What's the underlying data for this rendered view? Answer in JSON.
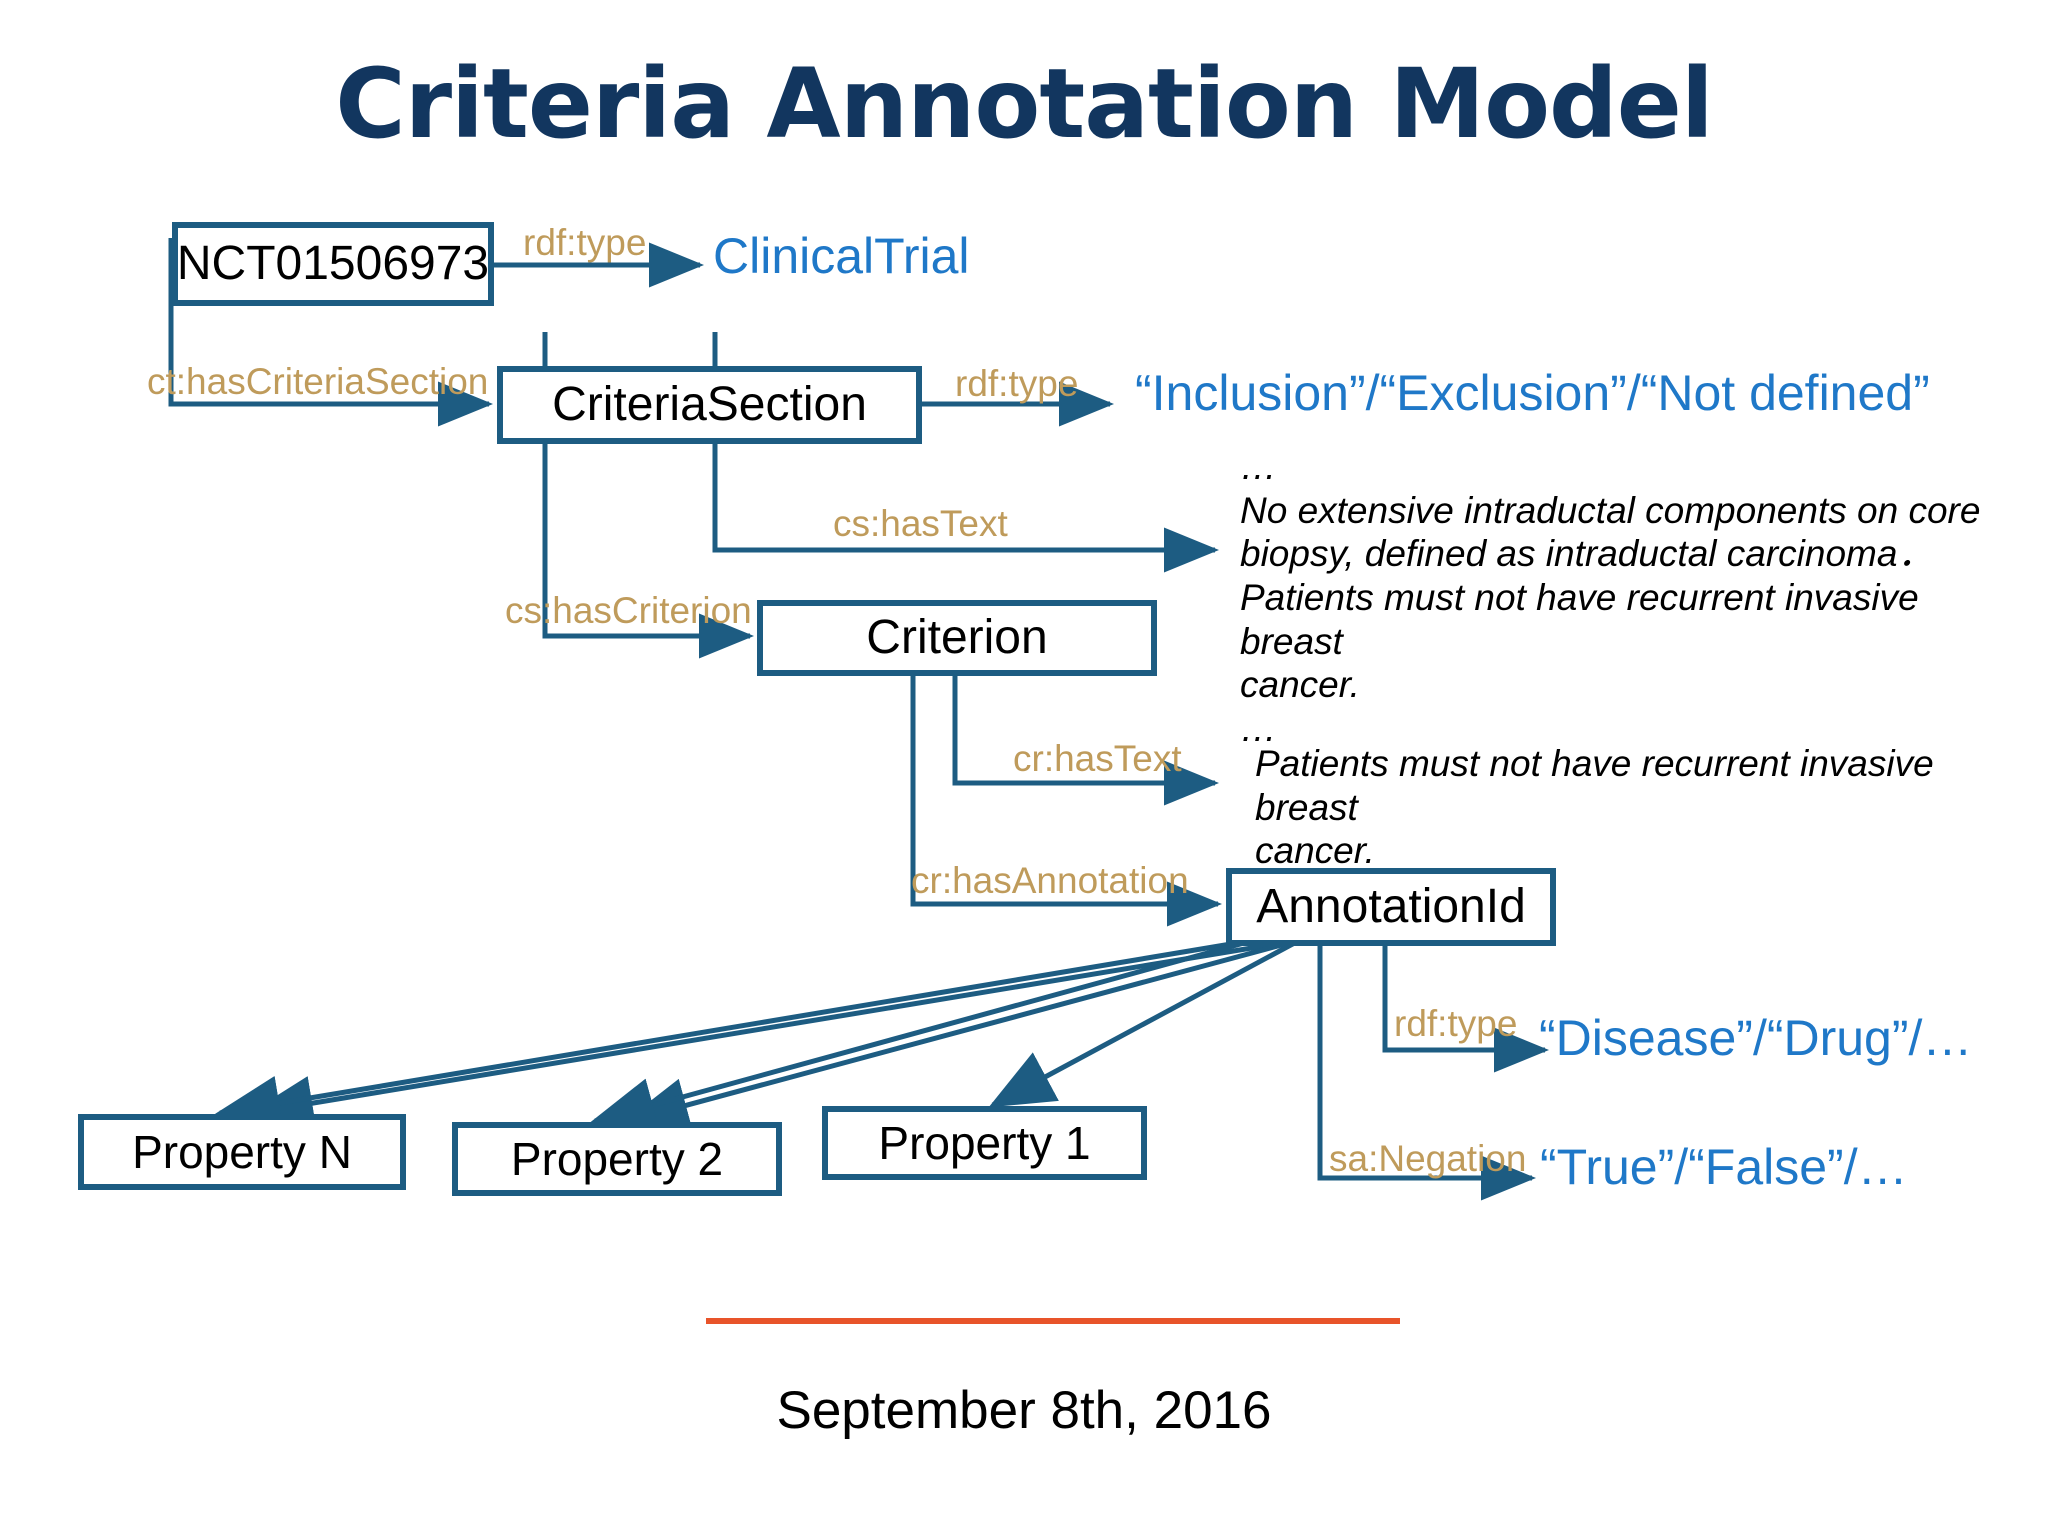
{
  "slide": {
    "title": "Criteria Annotation Model",
    "title_color": "#12365f",
    "background": "#ffffff",
    "divider_color": "#e8542a",
    "date": "September 8th, 2016"
  },
  "palette": {
    "node_border": "#1d5c82",
    "node_fill": "#ffffff",
    "predicate_text": "#bf9b5b",
    "literal_text": "#1f78c8",
    "body_text": "#000000",
    "connector": "#1d5c82"
  },
  "nodes": [
    {
      "id": "trial",
      "label": "NCT01506973"
    },
    {
      "id": "criteria_section",
      "label": "CriteriaSection"
    },
    {
      "id": "criterion",
      "label": "Criterion"
    },
    {
      "id": "annotation",
      "label": "AnnotationId"
    },
    {
      "id": "property_n",
      "label": "Property N"
    },
    {
      "id": "property_2",
      "label": "Property 2"
    },
    {
      "id": "property_1",
      "label": "Property 1"
    }
  ],
  "predicates": [
    {
      "id": "rdf_type_trial",
      "label": "rdf:type"
    },
    {
      "id": "ct_has_criteria",
      "label": "ct:hasCriteriaSection"
    },
    {
      "id": "rdf_type_section",
      "label": "rdf:type"
    },
    {
      "id": "cs_has_text",
      "label": "cs:hasText"
    },
    {
      "id": "cs_has_criterion",
      "label": "cs:hasCriterion"
    },
    {
      "id": "cr_has_text",
      "label": "cr:hasText"
    },
    {
      "id": "cr_has_annotation",
      "label": "cr:hasAnnotation"
    },
    {
      "id": "rdf_type_annotation",
      "label": "rdf:type"
    },
    {
      "id": "sa_negation",
      "label": "sa:Negation"
    }
  ],
  "literals": [
    {
      "id": "clinical_trial",
      "label": "ClinicalTrial"
    },
    {
      "id": "section_types",
      "label": "“Inclusion”/“Exclusion”/“Not defined”"
    },
    {
      "id": "annotation_types",
      "label": "“Disease”/“Drug”/…"
    },
    {
      "id": "negation_values",
      "label": "“True”/“False”/…"
    }
  ],
  "text_blocks": {
    "section_text": {
      "lines": [
        "…",
        "No extensive intraductal components on core",
        "biopsy, defined as intraductal carcinoma．",
        "Patients must not have recurrent invasive breast",
        "cancer.",
        "…"
      ]
    },
    "criterion_text": {
      "lines": [
        "Patients must not have recurrent invasive breast",
        "cancer."
      ]
    }
  }
}
